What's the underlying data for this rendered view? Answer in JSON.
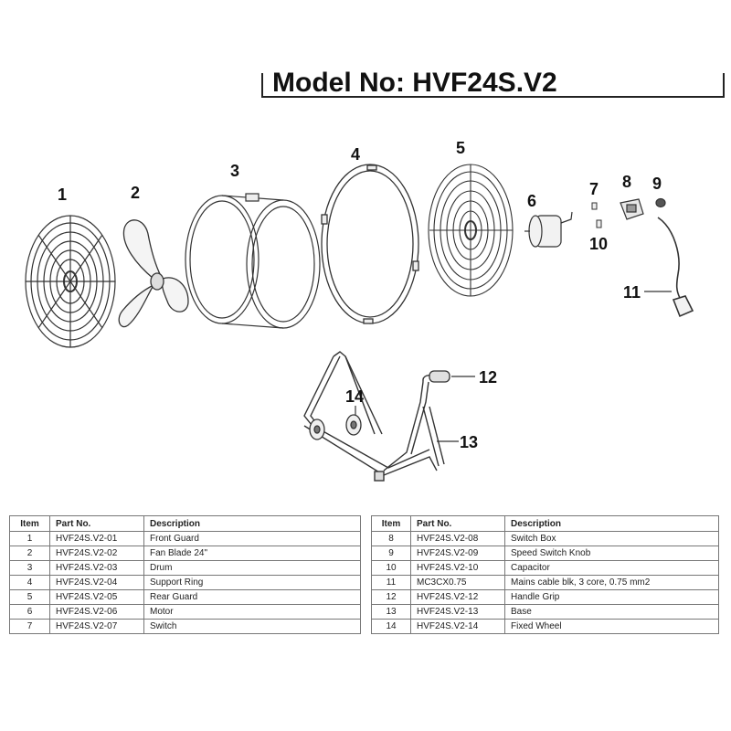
{
  "title": {
    "text": "Model No: HVF24S.V2"
  },
  "callouts": {
    "c1": "1",
    "c2": "2",
    "c3": "3",
    "c4": "4",
    "c5": "5",
    "c6": "6",
    "c7": "7",
    "c8": "8",
    "c9": "9",
    "c10": "10",
    "c11": "11",
    "c12": "12",
    "c13": "13",
    "c14": "14"
  },
  "table": {
    "headers": {
      "item": "Item",
      "part_no": "Part No.",
      "description": "Description"
    },
    "left_rows": [
      {
        "item": "1",
        "part_no": "HVF24S.V2-01",
        "description": "Front Guard"
      },
      {
        "item": "2",
        "part_no": "HVF24S.V2-02",
        "description": "Fan Blade 24\""
      },
      {
        "item": "3",
        "part_no": "HVF24S.V2-03",
        "description": "Drum"
      },
      {
        "item": "4",
        "part_no": "HVF24S.V2-04",
        "description": "Support Ring"
      },
      {
        "item": "5",
        "part_no": "HVF24S.V2-05",
        "description": "Rear Guard"
      },
      {
        "item": "6",
        "part_no": "HVF24S.V2-06",
        "description": "Motor"
      },
      {
        "item": "7",
        "part_no": "HVF24S.V2-07",
        "description": "Switch"
      }
    ],
    "right_rows": [
      {
        "item": "8",
        "part_no": "HVF24S.V2-08",
        "description": "Switch Box"
      },
      {
        "item": "9",
        "part_no": "HVF24S.V2-09",
        "description": "Speed Switch Knob"
      },
      {
        "item": "10",
        "part_no": "HVF24S.V2-10",
        "description": "Capacitor"
      },
      {
        "item": "11",
        "part_no": "MC3CX0.75",
        "description": "Mains cable blk, 3 core, 0.75 mm2"
      },
      {
        "item": "12",
        "part_no": "HVF24S.V2-12",
        "description": "Handle Grip"
      },
      {
        "item": "13",
        "part_no": "HVF24S.V2-13",
        "description": "Base"
      },
      {
        "item": "14",
        "part_no": "HVF24S.V2-14",
        "description": "Fixed Wheel"
      }
    ]
  }
}
